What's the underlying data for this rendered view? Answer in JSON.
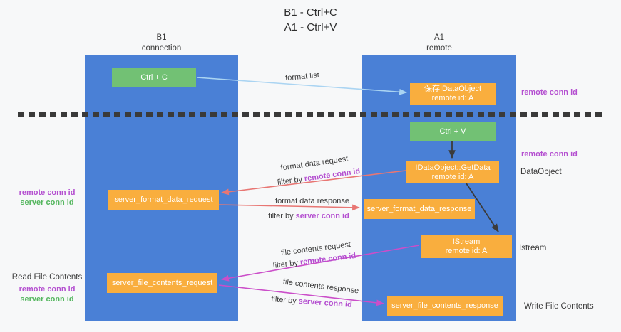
{
  "title": {
    "line1": "B1 - Ctrl+C",
    "line2": "A1 - Ctrl+V"
  },
  "lifelines": {
    "left": {
      "name": "B1",
      "role": "connection"
    },
    "right": {
      "name": "A1",
      "role": "remote"
    }
  },
  "boxes": {
    "ctrl_c": {
      "label": "Ctrl + C"
    },
    "save_idataobject": {
      "line1": "保存IDataObject",
      "line2": "remote id: A"
    },
    "ctrl_v": {
      "label": "Ctrl + V"
    },
    "getdata": {
      "line1": "IDataObject::GetData",
      "line2": "remote id: A"
    },
    "format_request": {
      "label": "server_format_data_request"
    },
    "format_response": {
      "label": "server_format_data_response"
    },
    "istream": {
      "line1": "IStream",
      "line2": "remote id: A"
    },
    "file_request": {
      "label": "server_file_contents_request"
    },
    "file_response": {
      "label": "server_file_contents_response"
    }
  },
  "arrow_labels": {
    "format_list": "format list",
    "format_data_request": "format data request",
    "format_data_response": "format data response",
    "file_contents_request": "file contents request",
    "file_contents_response": "file contents response",
    "filter_by": "filter by",
    "remote_conn_id": "remote conn id",
    "server_conn_id": "server conn id"
  },
  "side_labels": {
    "left_remote_conn_id": "remote conn id",
    "left_server_conn_id": "server conn id",
    "read_file_contents": "Read File Contents",
    "right_remote_conn_id_top": "remote conn id",
    "right_remote_conn_id_mid": "remote conn id",
    "dataobject": "DataObject",
    "istream": "Istream",
    "write_file_contents": "Write File Contents"
  },
  "colors": {
    "lifeline_blue": "#4a80d6",
    "action_green": "#72c174",
    "message_orange": "#f9ae3e",
    "remote_id_purple": "#b44fd0",
    "server_id_green": "#54b65e",
    "arrow_light_blue": "#aad4f2",
    "arrow_red": "#e87673",
    "arrow_magenta": "#cb4ec9",
    "arrow_black": "#3b3b3b",
    "background": "#f7f8f9"
  }
}
